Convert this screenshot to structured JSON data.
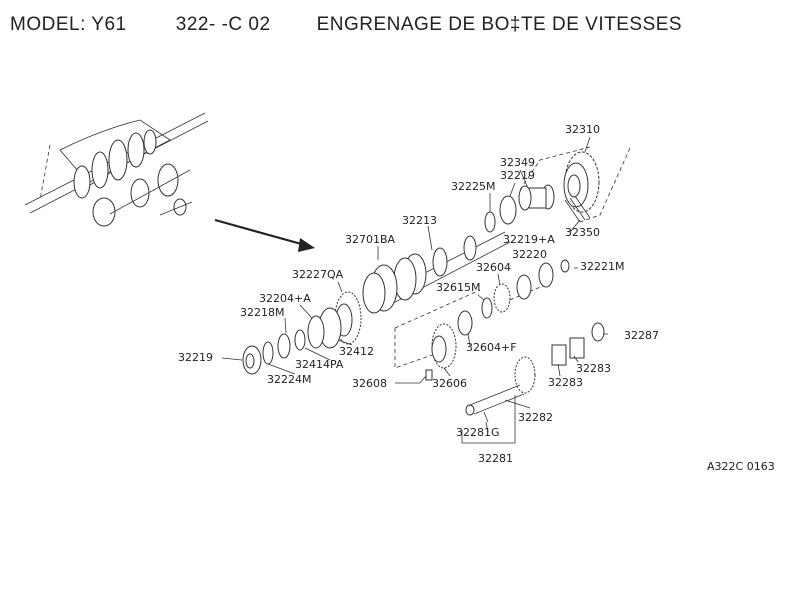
{
  "header": {
    "model": "MODEL: Y61",
    "group": "322-  -C 02",
    "title": "ENGRENAGE DE BO‡TE DE VITESSES"
  },
  "figure_code": "A322C 0163",
  "labels": {
    "p32310": "32310",
    "p32349": "32349",
    "p32219a": "32219",
    "p32225M": "32225M",
    "p32213": "32213",
    "p32701BA": "32701BA",
    "p32219A": "32219+A",
    "p32350": "32350",
    "p32220": "32220",
    "p32221M": "32221M",
    "p32604": "32604",
    "p32227QA": "32227QA",
    "p32615M": "32615M",
    "p32204A": "32204+A",
    "p32218M": "32218M",
    "p32412": "32412",
    "p32287": "32287",
    "p32604F": "32604+F",
    "p32414PA": "32414PA",
    "p32219b": "32219",
    "p32283a": "32283",
    "p32224M": "32224M",
    "p32283b": "32283",
    "p32608": "32608",
    "p32606": "32606",
    "p32282": "32282",
    "p32281G": "32281G",
    "p32281": "32281"
  }
}
